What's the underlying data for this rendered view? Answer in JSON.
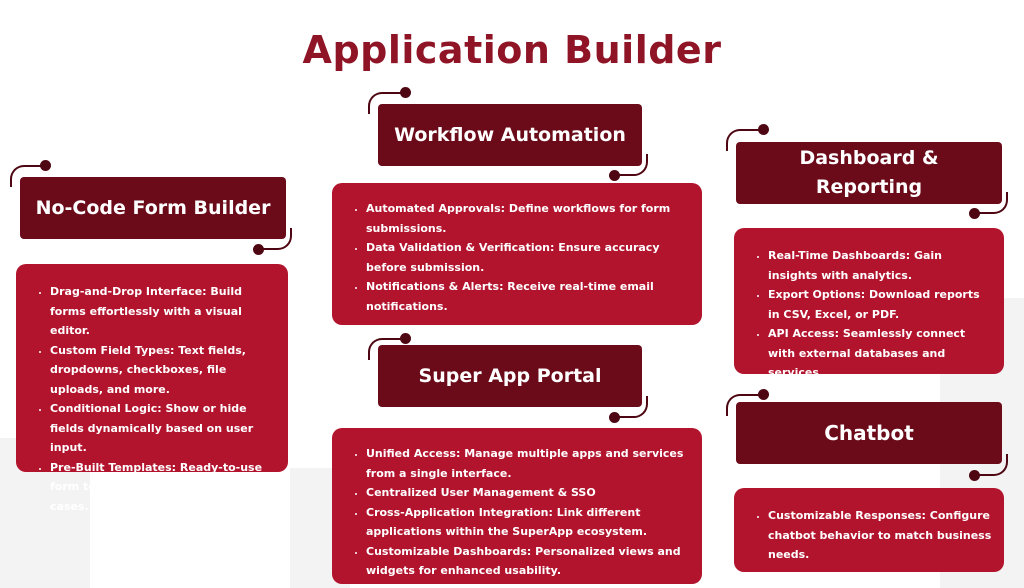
{
  "title": "Application Builder",
  "colors": {
    "title": "#8f1426",
    "header": "#6b0b1a",
    "card": "#b2142e",
    "accent_dot": "#4e0712"
  },
  "sections": {
    "nocode": {
      "heading": "No-Code Form Builder",
      "items": [
        "Drag-and-Drop Interface: Build forms effortlessly with a visual editor.",
        "Custom Field Types: Text fields, dropdowns, checkboxes, file uploads, and more.",
        "Conditional Logic: Show or hide fields dynamically based on user input.",
        "Pre-Built Templates: Ready-to-use form templates for various use cases."
      ]
    },
    "workflow": {
      "heading": "Workflow Automation",
      "items": [
        "Automated Approvals: Define workflows for form submissions.",
        "Data Validation & Verification: Ensure accuracy before submission.",
        "Notifications & Alerts: Receive real-time email notifications."
      ]
    },
    "superapp": {
      "heading": "Super App Portal",
      "items": [
        "Unified Access: Manage multiple apps and services from a single interface.",
        "Centralized User Management & SSO",
        "Cross-Application Integration: Link different applications within the SuperApp ecosystem.",
        "Customizable Dashboards: Personalized views and widgets for enhanced usability."
      ]
    },
    "dashboard": {
      "heading": "Dashboard & Reporting",
      "items": [
        "Real-Time Dashboards: Gain insights with analytics.",
        "Export Options: Download reports in CSV, Excel, or PDF.",
        "API Access: Seamlessly connect with external databases and services."
      ]
    },
    "chatbot": {
      "heading": "Chatbot",
      "items": [
        "Customizable Responses: Configure chatbot behavior to match business needs."
      ]
    }
  }
}
